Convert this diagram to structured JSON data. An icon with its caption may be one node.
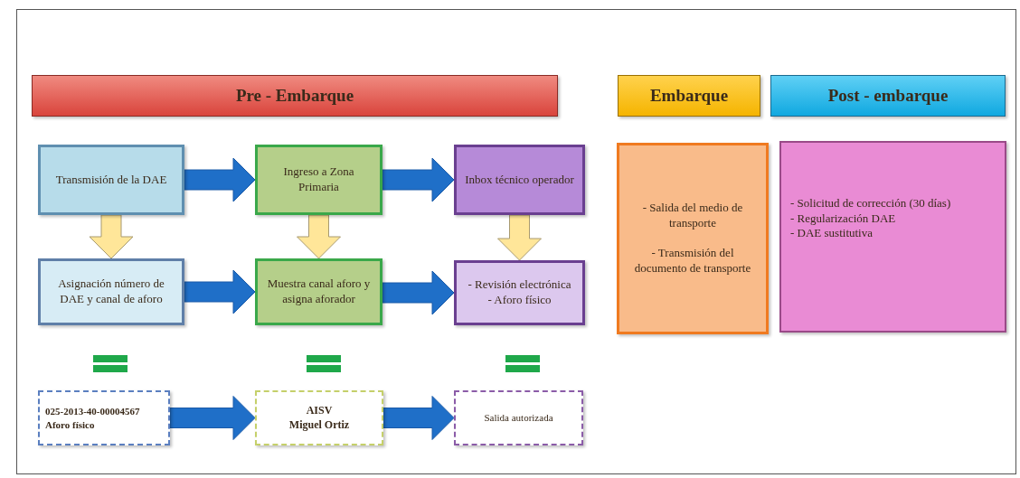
{
  "diagram": {
    "nodes": [
      {
        "text": [
          "Pre - Embarque"
        ]
      },
      {
        "text": [
          "Embarque"
        ]
      },
      {
        "text": [
          "Post - embarque"
        ]
      },
      {
        "text": [
          "Transmisión de la DAE"
        ]
      },
      {
        "text": [
          "Ingreso a Zona Primaria"
        ]
      },
      {
        "text": [
          "Inbox técnico operador"
        ]
      },
      {
        "text": [
          "Asignación número de DAE y canal de aforo"
        ]
      },
      {
        "text": [
          "Muestra canal aforo y asigna aforador"
        ]
      },
      {
        "text": [
          "- Revisión electrónica",
          "- Aforo físico"
        ]
      },
      {
        "text": [
          "- Salida del medio de transporte",
          "- Transmisión del documento de transporte"
        ]
      },
      {
        "text": [
          "- Solicitud de corrección (30 días)",
          "- Regularización DAE",
          "- DAE sustitutiva"
        ]
      },
      {
        "text": [
          "025-2013-40-00004567",
          "Aforo físico"
        ]
      },
      {
        "text": [
          "AISV",
          "Miguel Ortiz"
        ]
      },
      {
        "text": [
          "Salida autorizada"
        ]
      }
    ],
    "edges": [
      {
        "from": 3,
        "to": 4,
        "arrow": "to"
      },
      {
        "from": 4,
        "to": 5,
        "arrow": "to"
      },
      {
        "from": 3,
        "to": 6,
        "arrow": "to",
        "color": "#ffe699"
      },
      {
        "from": 4,
        "to": 7,
        "arrow": "to",
        "color": "#ffe699"
      },
      {
        "from": 5,
        "to": 8,
        "arrow": "to",
        "color": "#ffe699"
      },
      {
        "from": 6,
        "to": 7,
        "arrow": "to"
      },
      {
        "from": 7,
        "to": 8,
        "arrow": "to"
      },
      {
        "from": 11,
        "to": 12,
        "arrow": "to"
      },
      {
        "from": 12,
        "to": 13,
        "arrow": "to"
      }
    ]
  }
}
